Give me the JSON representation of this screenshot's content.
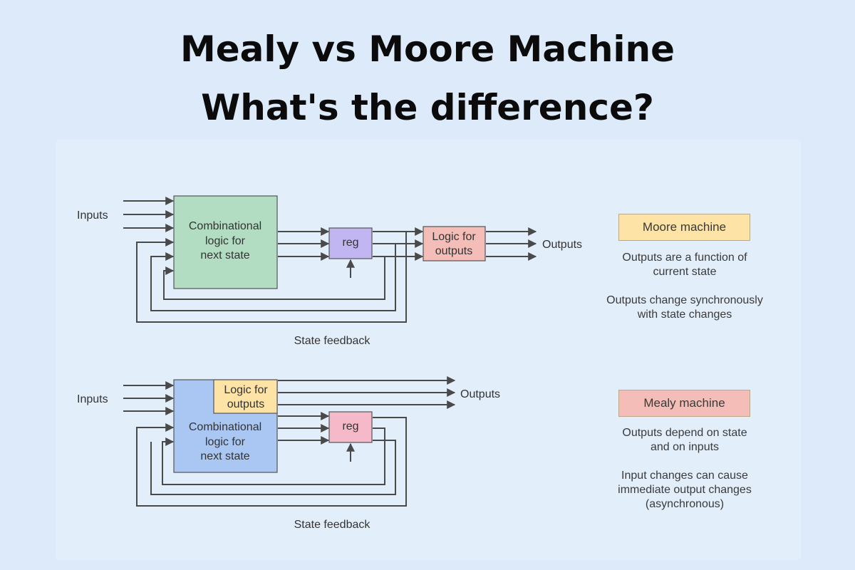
{
  "header": {
    "title_line1": "Mealy vs Moore Machine",
    "title_line2": "What's the difference?"
  },
  "moore_diagram": {
    "inputs_label": "Inputs",
    "comb_logic_line1": "Combinational",
    "comb_logic_line2": "logic for",
    "comb_logic_line3": "next state",
    "reg_label": "reg",
    "output_logic_line1": "Logic for",
    "output_logic_line2": "outputs",
    "outputs_label": "Outputs",
    "feedback_label": "State feedback"
  },
  "mealy_diagram": {
    "inputs_label": "Inputs",
    "output_logic_line1": "Logic for",
    "output_logic_line2": "outputs",
    "comb_logic_line1": "Combinational",
    "comb_logic_line2": "logic for",
    "comb_logic_line3": "next state",
    "reg_label": "reg",
    "outputs_label": "Outputs",
    "feedback_label": "State feedback"
  },
  "moore_legend": {
    "title": "Moore machine",
    "desc1_line1": "Outputs are a function of",
    "desc1_line2": "current state",
    "desc2_line1": "Outputs change synchronously",
    "desc2_line2": "with state changes"
  },
  "mealy_legend": {
    "title": "Mealy machine",
    "desc1_line1": "Outputs depend on state",
    "desc1_line2": "and on inputs",
    "desc2_line1": "Input changes can cause",
    "desc2_line2": "immediate output changes",
    "desc2_line3": "(asynchronous)"
  },
  "colors": {
    "background": "#ddeaf9",
    "moore_comb_logic": "#b3ddc3",
    "moore_reg": "#c2b6f2",
    "moore_output_logic": "#f4bdb7",
    "mealy_comb_logic": "#a9c7f2",
    "mealy_output_logic": "#fde3a6",
    "mealy_reg": "#f6b9c9",
    "moore_legend": "#fde3a6",
    "mealy_legend": "#f4bdb7"
  }
}
